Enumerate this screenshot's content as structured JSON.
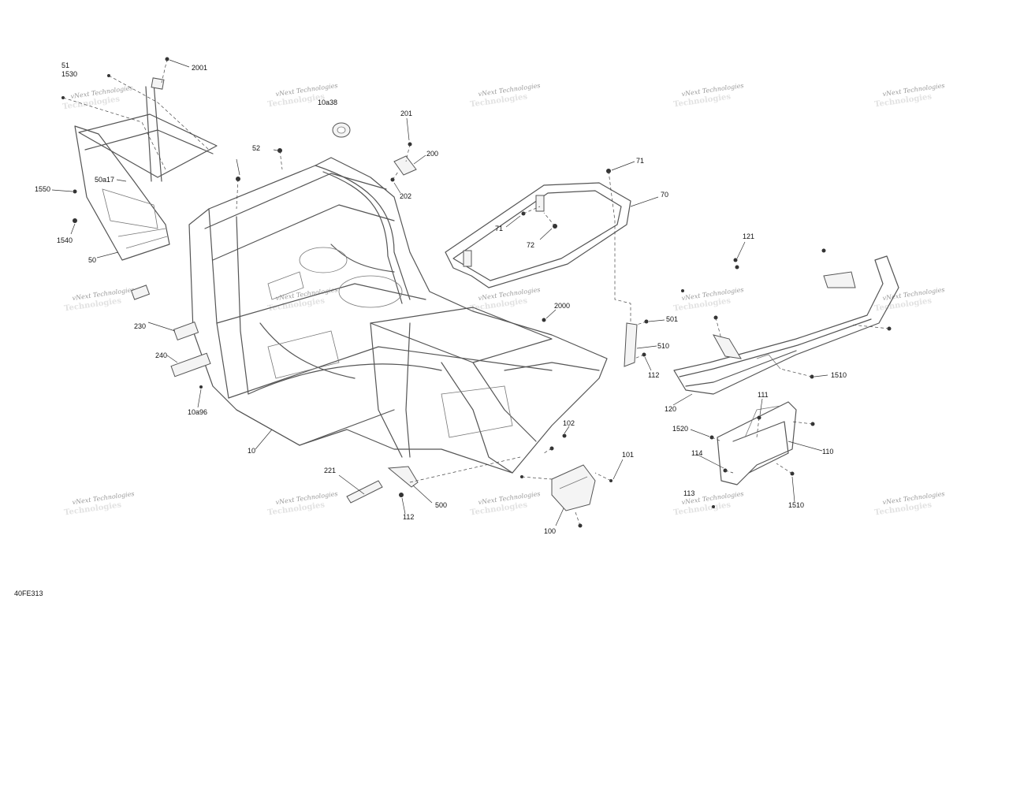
{
  "diagram_code": "40FE313",
  "watermark": {
    "line1": "vNext Technologies",
    "line2": "Technologies"
  },
  "callouts": [
    {
      "id": "c51",
      "text": "51"
    },
    {
      "id": "c1530",
      "text": "1530"
    },
    {
      "id": "c2001",
      "text": "2001"
    },
    {
      "id": "c10a38",
      "text": "10a38"
    },
    {
      "id": "c201",
      "text": "201"
    },
    {
      "id": "c200",
      "text": "200"
    },
    {
      "id": "c202",
      "text": "202"
    },
    {
      "id": "c52",
      "text": "52"
    },
    {
      "id": "c71a",
      "text": "71"
    },
    {
      "id": "c70",
      "text": "70"
    },
    {
      "id": "c71b",
      "text": "71"
    },
    {
      "id": "c72",
      "text": "72"
    },
    {
      "id": "c1550",
      "text": "1550"
    },
    {
      "id": "c50a17",
      "text": "50a17"
    },
    {
      "id": "c1540",
      "text": "1540"
    },
    {
      "id": "c50",
      "text": "50"
    },
    {
      "id": "c121",
      "text": "121"
    },
    {
      "id": "c230",
      "text": "230"
    },
    {
      "id": "c2000",
      "text": "2000"
    },
    {
      "id": "c501",
      "text": "501"
    },
    {
      "id": "c510",
      "text": "510"
    },
    {
      "id": "c112a",
      "text": "112"
    },
    {
      "id": "c240",
      "text": "240"
    },
    {
      "id": "c1510a",
      "text": "1510"
    },
    {
      "id": "c10a96",
      "text": "10a96"
    },
    {
      "id": "c111",
      "text": "111"
    },
    {
      "id": "c120",
      "text": "120"
    },
    {
      "id": "c102",
      "text": "102"
    },
    {
      "id": "c1520",
      "text": "1520"
    },
    {
      "id": "c110",
      "text": "110"
    },
    {
      "id": "c10",
      "text": "10"
    },
    {
      "id": "c114",
      "text": "114"
    },
    {
      "id": "c101",
      "text": "101"
    },
    {
      "id": "c221",
      "text": "221"
    },
    {
      "id": "c113",
      "text": "113"
    },
    {
      "id": "c500",
      "text": "500"
    },
    {
      "id": "c1510b",
      "text": "1510"
    },
    {
      "id": "c112b",
      "text": "112"
    },
    {
      "id": "c100",
      "text": "100"
    }
  ]
}
